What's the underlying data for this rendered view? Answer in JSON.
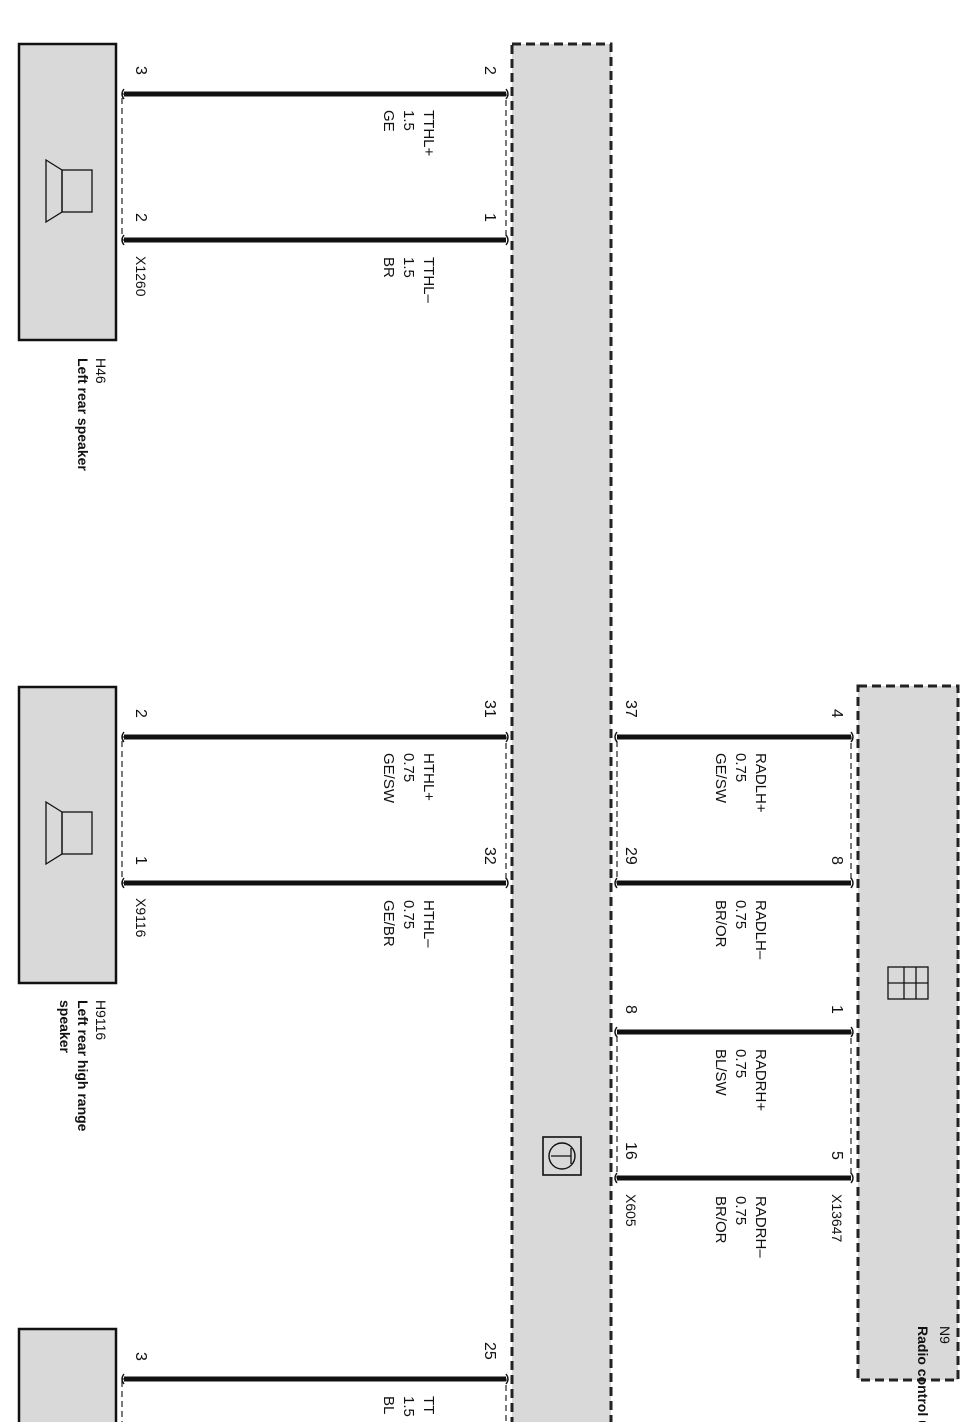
{
  "units": {
    "H46": {
      "code": "H46",
      "name": "Left rear speaker",
      "connector": "X1260",
      "icon": "speaker-icon",
      "wires": [
        {
          "pin_speaker": "3",
          "pin_module": "2",
          "signal": "TTHL+",
          "size": "1.5",
          "color": "GE"
        },
        {
          "pin_speaker": "2",
          "pin_module": "1",
          "signal": "TTHL–",
          "size": "1.5",
          "color": "BR"
        }
      ]
    },
    "H9116": {
      "code": "H9116",
      "name_line1": "Left rear high range",
      "name_line2": "speaker",
      "connector": "X9116",
      "icon": "speaker-icon",
      "wires": [
        {
          "pin_speaker": "2",
          "pin_module": "31",
          "signal": "HTHL+",
          "size": "0.75",
          "color": "GE/SW"
        },
        {
          "pin_speaker": "1",
          "pin_module": "32",
          "signal": "HTHL–",
          "size": "0.75",
          "color": "GE/BR"
        }
      ]
    },
    "N9": {
      "code": "N9",
      "name": "Radio control u",
      "connector_radio": "X13647",
      "connector_module": "X605",
      "icon": "radio-unit-icon",
      "wires": [
        {
          "pin_radio": "4",
          "pin_module": "37",
          "signal": "RADLH+",
          "size": "0.75",
          "color": "GE/SW"
        },
        {
          "pin_radio": "8",
          "pin_module": "29",
          "signal": "RADLH–",
          "size": "0.75",
          "color": "BR/OR"
        },
        {
          "pin_radio": "1",
          "pin_module": "8",
          "signal": "RADRH+",
          "size": "0.75",
          "color": "BL/SW"
        },
        {
          "pin_radio": "5",
          "pin_module": "16",
          "signal": "RADRH–",
          "size": "0.75",
          "color": "BR/OR"
        }
      ]
    },
    "partial": {
      "pin_speaker": "3",
      "pin_module": "25",
      "signal": "TT",
      "size": "1.5",
      "color": "BL"
    }
  },
  "amplifier_icon": "amplifier-module-icon"
}
